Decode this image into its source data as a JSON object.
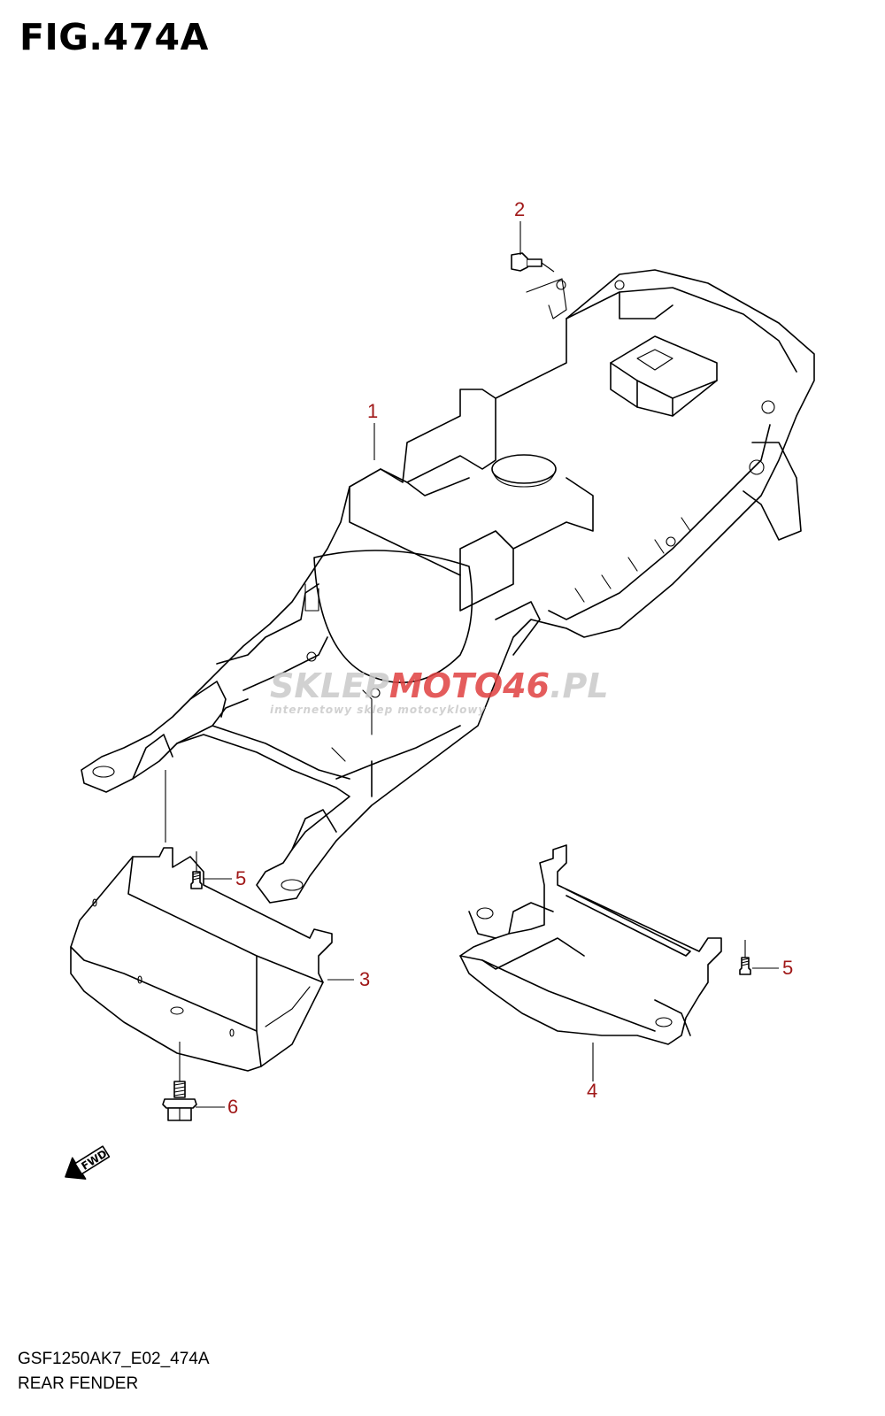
{
  "figure": {
    "title": "FIG.474A",
    "model_code": "GSF1250AK7_E02_474A",
    "section_name": "REAR FENDER"
  },
  "callouts": [
    {
      "number": "1",
      "part": "rear fender"
    },
    {
      "number": "2",
      "part": "bolt"
    },
    {
      "number": "3",
      "part": "lower cover"
    },
    {
      "number": "4",
      "part": "rear cover"
    },
    {
      "number": "5",
      "part": "screw"
    },
    {
      "number": "5",
      "part": "screw"
    },
    {
      "number": "6",
      "part": "bolt"
    }
  ],
  "direction_marker": "FWD",
  "watermark": {
    "brand_gray": "SKLEP",
    "brand_red": "MOTO46",
    "brand_suffix": ".PL",
    "tagline": "internetowy sklep motocyklowy",
    "colors": {
      "gray": "#c9c9c9",
      "red": "#e04040"
    }
  },
  "colors": {
    "callout_text": "#a01818",
    "line": "#000000",
    "background": "#ffffff"
  }
}
